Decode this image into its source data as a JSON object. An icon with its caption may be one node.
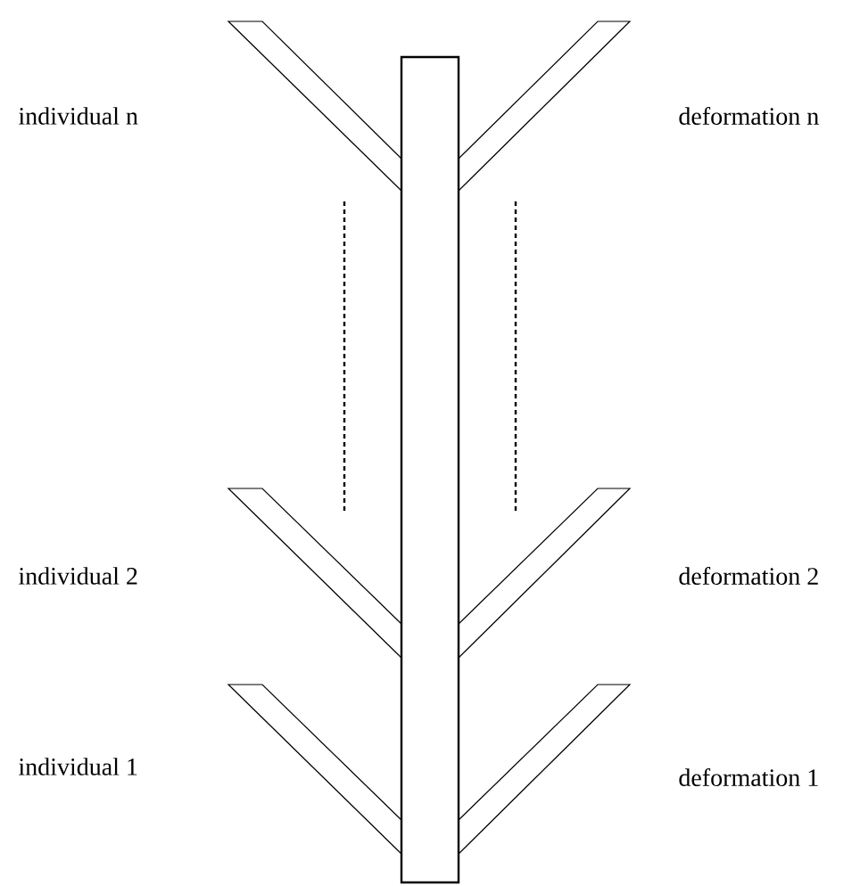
{
  "diagram": {
    "labels": [
      "individual n",
      "deformation n",
      "individual 2",
      "deformation 2",
      "individual 1",
      "deformation 1"
    ]
  }
}
